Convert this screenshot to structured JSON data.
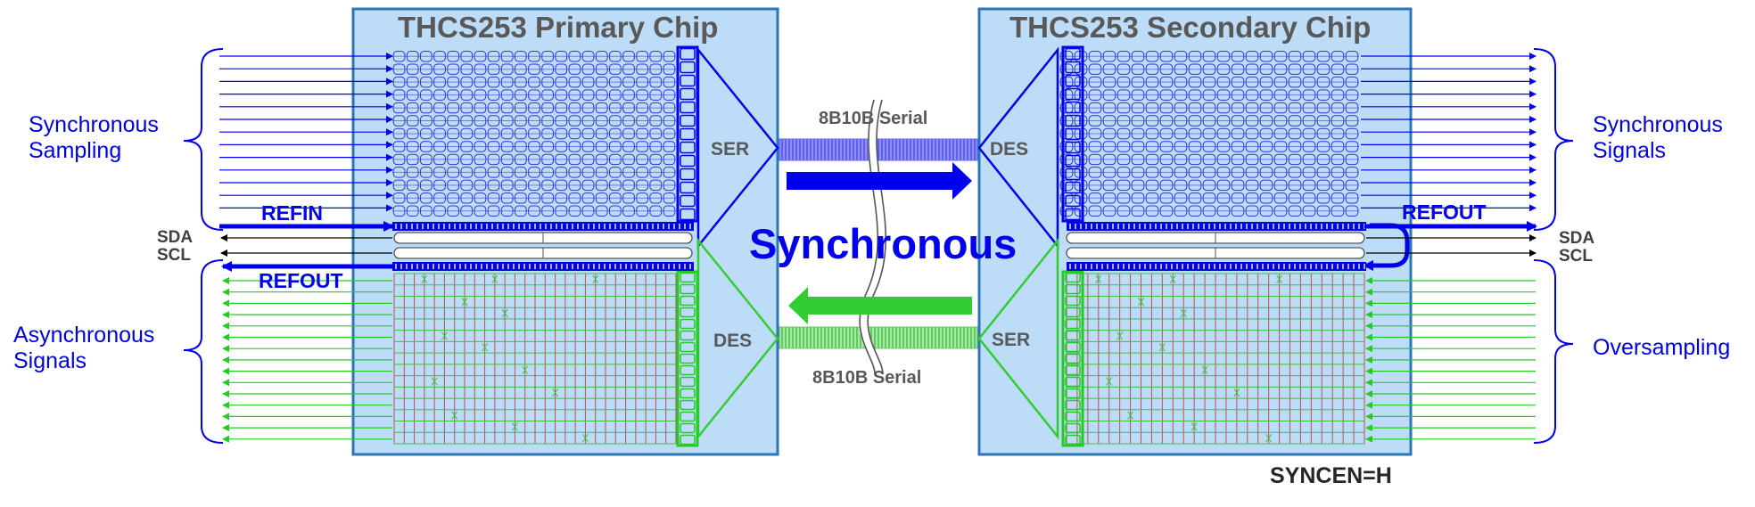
{
  "primary_chip": {
    "title": "THCS253 Primary Chip",
    "ser_label": "SER",
    "des_label": "DES",
    "refin_label": "REFIN",
    "refout_label": "REFOUT"
  },
  "secondary_chip": {
    "title": "THCS253 Secondary Chip",
    "des_label": "DES",
    "ser_label": "SER",
    "refout_label": "REFOUT"
  },
  "left_labels": {
    "synchronous_sampling": [
      "Synchronous",
      "Sampling"
    ],
    "asynchronous_signals": [
      "Asynchronous",
      "Signals"
    ],
    "sda": "SDA",
    "scl": "SCL"
  },
  "right_labels": {
    "synchronous_signals": [
      "Synchronous",
      "Signals"
    ],
    "oversampling": "Oversampling",
    "sda": "SDA",
    "scl": "SCL"
  },
  "link": {
    "top_serial": "8B10B Serial",
    "bottom_serial": "8B10B Serial",
    "mode": "Synchronous"
  },
  "footer": {
    "syncen": "SYNCEN=H"
  },
  "colors": {
    "chip_fill": "#bcdcf8",
    "chip_border": "#2e75b6",
    "sync_blue": "#0000ee",
    "async_green": "#33cc33",
    "grid_red": "#c0504d",
    "text_gray": "#595959"
  }
}
